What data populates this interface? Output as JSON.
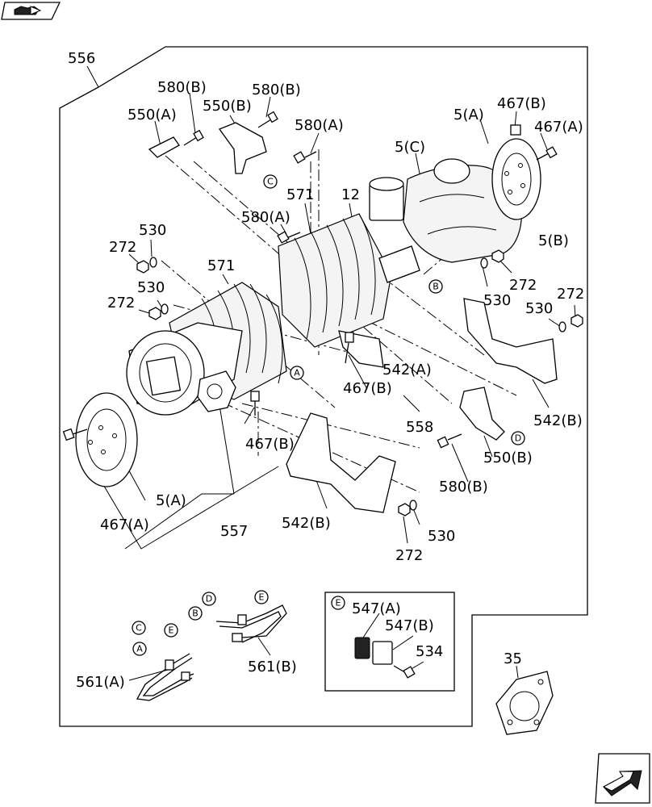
{
  "nav_icons": {
    "top": "book-arrow-icon",
    "bottom": "next-page-arrow-icon"
  },
  "labels": {
    "l556": "556",
    "l580B_1": "580(B)",
    "l580B_2": "580(B)",
    "l550A": "550(A)",
    "l550B_top": "550(B)",
    "l580A_top": "580(A)",
    "l5A_top": "5(A)",
    "l467B_top": "467(B)",
    "l467A_top": "467(A)",
    "l5C": "5(C)",
    "l571_1": "571",
    "l12": "12",
    "l580A_mid": "580(A)",
    "l530_1": "530",
    "l272_1": "272",
    "l571_2": "571",
    "l5B": "5(B)",
    "l530_2": "530",
    "l272_2": "272",
    "l272_3": "272",
    "l530_3": "530",
    "l530_4": "530",
    "l272_4": "272",
    "l542A": "542(A)",
    "l467B_mid": "467(B)",
    "l542B_right": "542(B)",
    "l558": "558",
    "l467B_low": "467(B)",
    "l550B_right": "550(B)",
    "l580B_low": "580(B)",
    "l5A_low": "5(A)",
    "l542B_low": "542(B)",
    "l530_5": "530",
    "l467A_low": "467(A)",
    "l557": "557",
    "l272_5": "272",
    "l547A": "547(A)",
    "l547B": "547(B)",
    "l534": "534",
    "l35": "35",
    "l561B": "561(B)",
    "l561A": "561(A)"
  },
  "markers": {
    "A": "A",
    "B": "B",
    "C": "C",
    "D": "D",
    "E": "E"
  }
}
